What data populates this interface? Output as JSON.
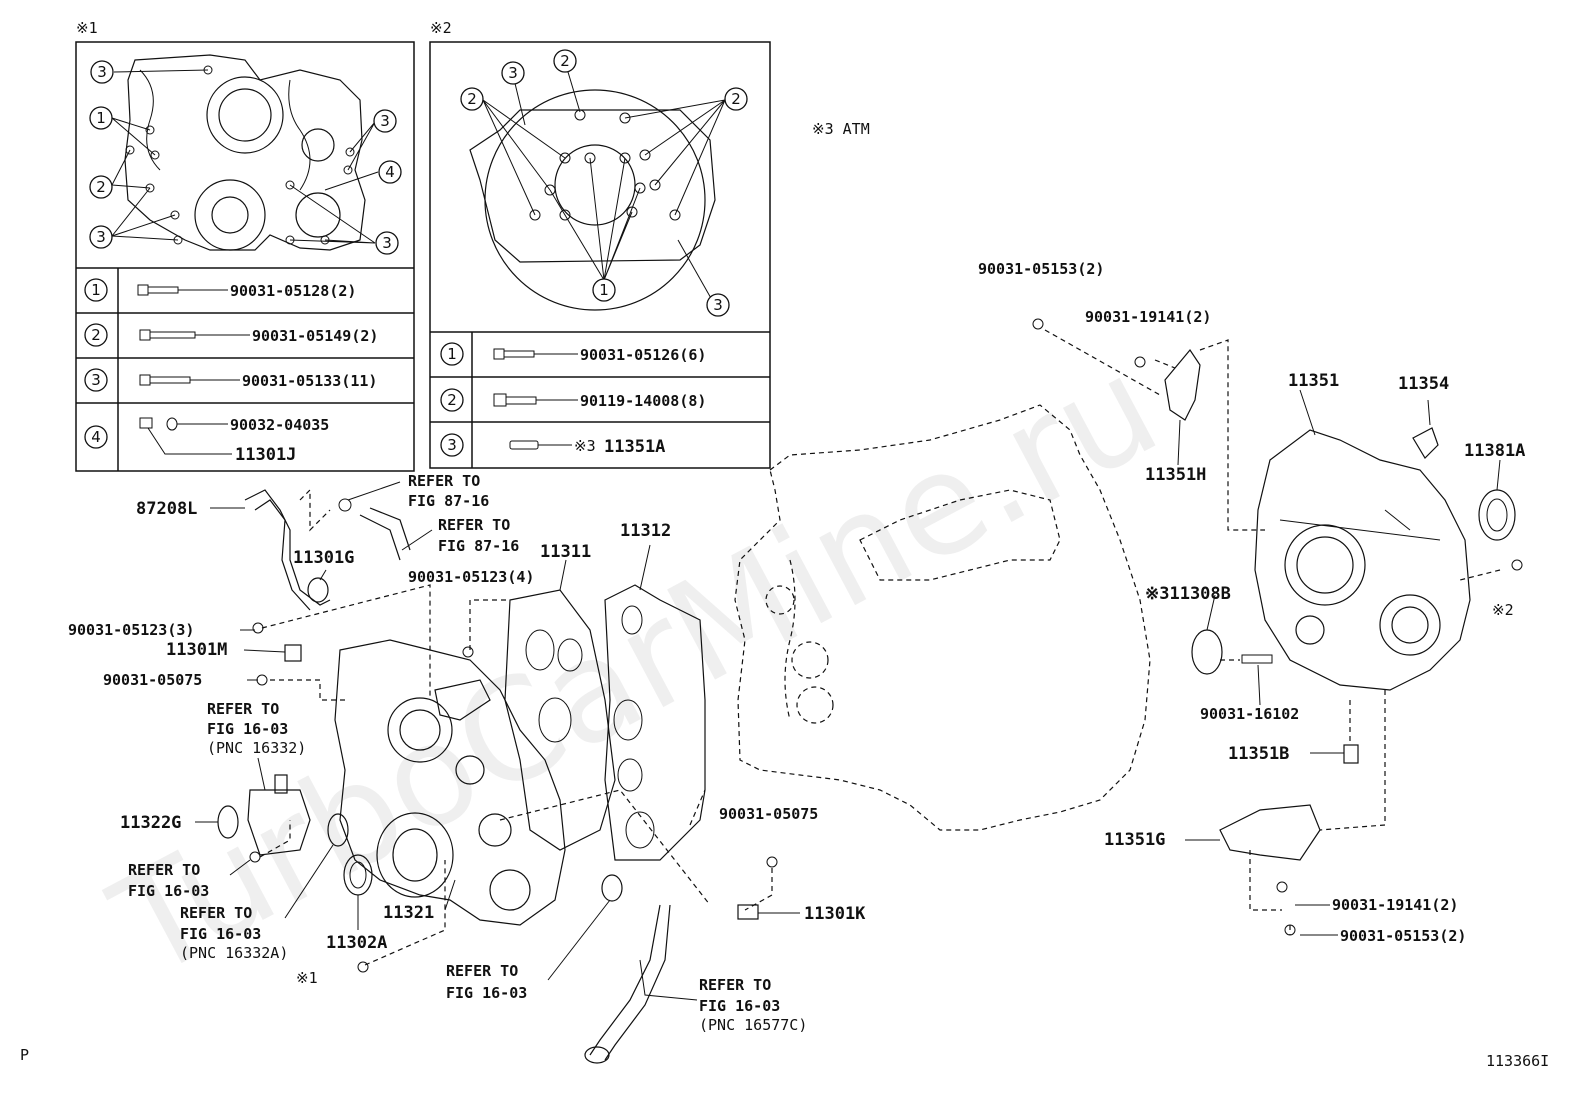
{
  "watermark": "TurboCarMine.ru",
  "figure_id": "113366I",
  "corner_mark": "P",
  "inset1": {
    "mark": "※1",
    "rows": [
      {
        "num": "1",
        "part": "90031-05128(2)"
      },
      {
        "num": "2",
        "part": "90031-05149(2)"
      },
      {
        "num": "3",
        "part": "90031-05133(11)"
      },
      {
        "num": "4",
        "part": "90032-04035",
        "part2": "11301J"
      }
    ]
  },
  "inset2": {
    "mark": "※2",
    "rows": [
      {
        "num": "1",
        "part": "90031-05126(6)"
      },
      {
        "num": "2",
        "part": "90119-14008(8)"
      },
      {
        "num": "3",
        "part": "11351A",
        "prefix": "※3"
      }
    ]
  },
  "atm_note": "※3 ATM",
  "callouts": {
    "c87208L": "87208L",
    "refer8716a1": "REFER TO",
    "refer8716a2": "FIG 87-16",
    "refer8716b1": "REFER TO",
    "refer8716b2": "FIG 87-16",
    "c11301G": "11301G",
    "c11311": "11311",
    "c11312": "11312",
    "c90031_05123_4": "90031-05123(4)",
    "c90031_05123_3": "90031-05123(3)",
    "c11301M": "11301M",
    "c90031_05075a": "90031-05075",
    "refer1603a1": "REFER TO",
    "refer1603a2": "FIG 16-03",
    "refer1603a3": "(PNC 16332)",
    "c11322G": "11322G",
    "refer1603b1": "REFER TO",
    "refer1603b2": "FIG 16-03",
    "refer1603c1": "REFER TO",
    "refer1603c2": "FIG 16-03",
    "refer1603c3": "(PNC 16332A)",
    "c11321": "11321",
    "c11302A": "11302A",
    "star1": "※1",
    "refer1603d1": "REFER TO",
    "refer1603d2": "FIG 16-03",
    "refer1603e1": "REFER TO",
    "refer1603e2": "FIG 16-03",
    "refer1603e3": "(PNC 16577C)",
    "c90031_05075b": "90031-05075",
    "c11301K": "11301K",
    "c90031_05153a": "90031-05153(2)",
    "c90031_19141a": "90031-19141(2)",
    "c11351H": "11351H",
    "c11351": "11351",
    "c11354": "11354",
    "c11381A": "11381A",
    "c11308B": "※311308B",
    "star2": "※2",
    "c90031_16102": "90031-16102",
    "c11351B": "11351B",
    "c11351G": "11351G",
    "c90031_19141b": "90031-19141(2)",
    "c90031_05153b": "90031-05153(2)"
  }
}
